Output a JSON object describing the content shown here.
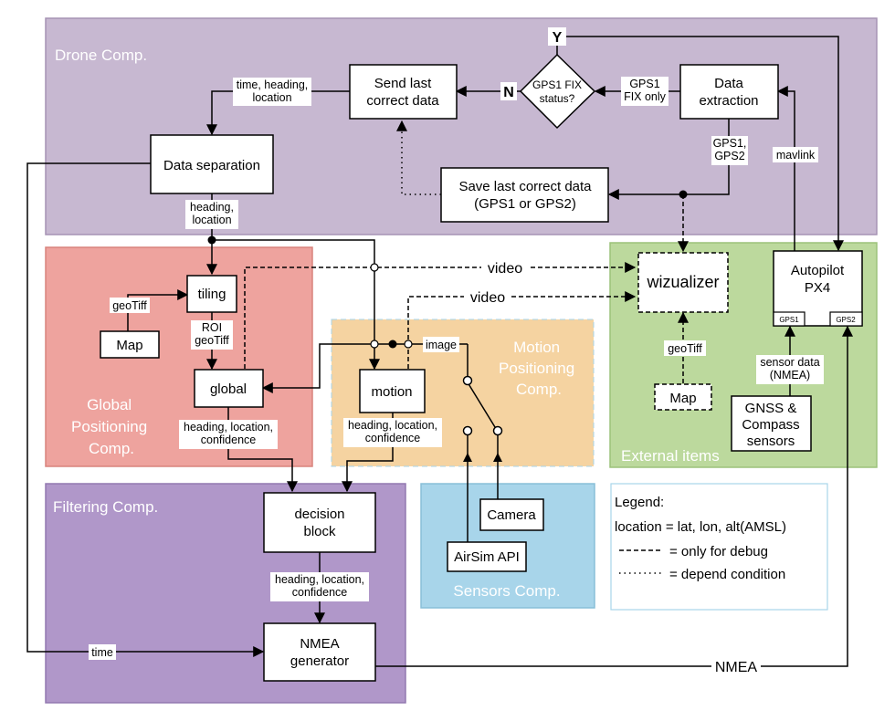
{
  "containers": {
    "drone": "Drone Comp.",
    "global": [
      "Global",
      "Positioning",
      "Comp."
    ],
    "motion": [
      "Motion",
      "Positioning",
      "Comp."
    ],
    "external": "External items",
    "filtering": "Filtering Comp.",
    "sensors": "Sensors Comp."
  },
  "blocks": {
    "send_last": [
      "Send last",
      "correct data"
    ],
    "gps_fix": [
      "GPS1 FIX",
      "status?"
    ],
    "data_extraction": [
      "Data",
      "extraction"
    ],
    "data_separation": "Data separation",
    "save_last": [
      "Save last correct data",
      "(GPS1 or GPS2)"
    ],
    "tiling": "tiling",
    "map_global": "Map",
    "global": "global",
    "motion": "motion",
    "wizualizer": "wizualizer",
    "autopilot": [
      "Autopilot",
      "PX4"
    ],
    "gps1_port": "GPS1",
    "gps2_port": "GPS2",
    "map_external": "Map",
    "gnss": [
      "GNSS &",
      "Compass",
      "sensors"
    ],
    "decision": [
      "decision",
      "block"
    ],
    "nmea_gen": [
      "NMEA",
      "generator"
    ],
    "airsim": "AirSim API",
    "camera": "Camera"
  },
  "labels": {
    "time_heading_location": [
      "time, heading,",
      "location"
    ],
    "heading_location": [
      "heading,",
      "location"
    ],
    "gps1_fix_only": [
      "GPS1",
      "FIX only"
    ],
    "gps12": [
      "GPS1,",
      "GPS2"
    ],
    "mavlink": "mavlink",
    "y": "Y",
    "n": "N",
    "geotiff_tiling": "geoTiff",
    "roi_geotiff": [
      "ROI",
      "geoTiff"
    ],
    "video1": "video",
    "video2": "video",
    "image": "image",
    "global_out": [
      "heading, location,",
      "confidence"
    ],
    "motion_out": [
      "heading, location,",
      "confidence"
    ],
    "geotiff_external": "geoTiff",
    "sensor_data": [
      "sensor data",
      "(NMEA)"
    ],
    "decision_out": [
      "heading, location,",
      "confidence"
    ],
    "time": "time",
    "nmea": "NMEA"
  },
  "legend": {
    "title": "Legend:",
    "location_def": "location = lat, lon, alt(AMSL)",
    "debug": "= only for debug",
    "depend": "= depend condition"
  },
  "colors": {
    "drone": "#c7b8d1",
    "global": "#eea39e",
    "motion": "#f5d3a1",
    "external": "#bcd99d",
    "filtering": "#b097c9",
    "sensors": "#a8d5ea",
    "legend_border": "#a8d5ea"
  }
}
